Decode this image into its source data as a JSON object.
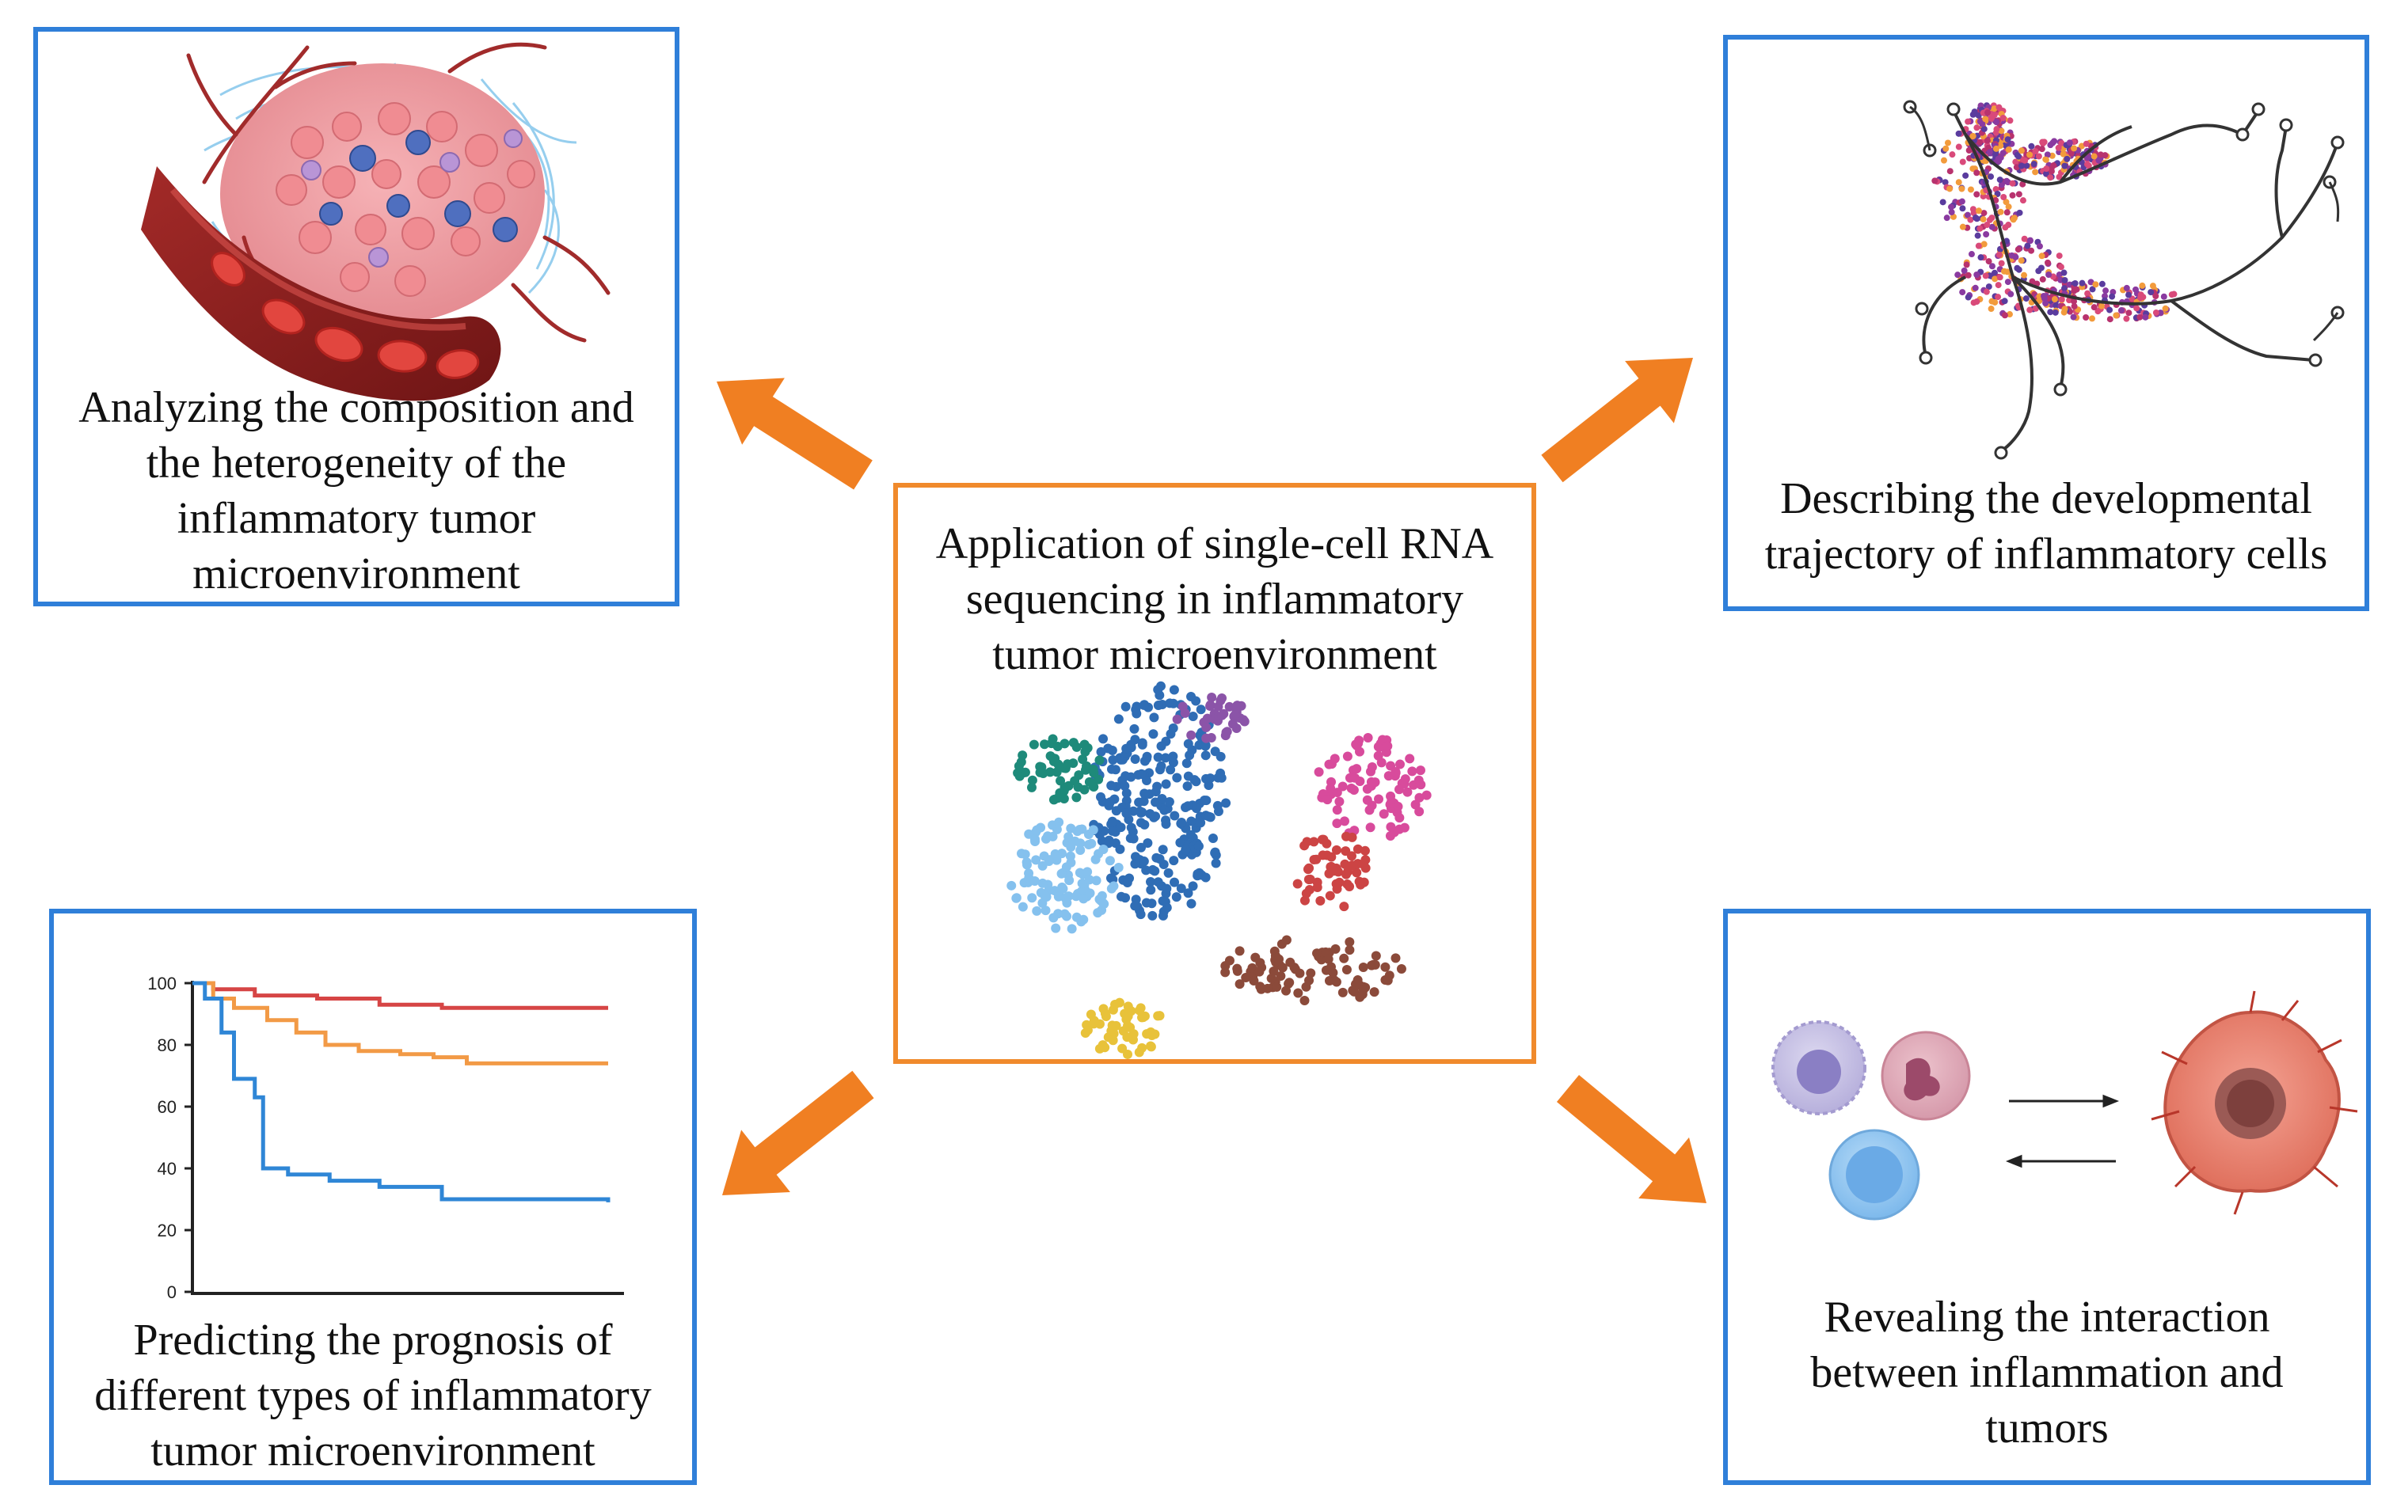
{
  "center": {
    "title_lines": [
      "Application of single-cell RNA",
      "sequencing in inflammatory",
      "tumor microenvironment"
    ],
    "cluster_colors": [
      "#2f6db5",
      "#85c1ee",
      "#1e8a7a",
      "#8b54a8",
      "#d84b9c",
      "#cc4444",
      "#8b4a3a",
      "#e8c23a"
    ]
  },
  "top_left": {
    "caption_lines": [
      "Analyzing the composition and",
      "the heterogeneity of the",
      "inflammatory tumor",
      "microenvironment"
    ]
  },
  "top_right": {
    "caption_lines": [
      "Describing the developmental",
      "trajectory of inflammatory cells"
    ]
  },
  "bottom_left": {
    "caption_lines": [
      "Predicting the prognosis of",
      "different types of inflammatory",
      "tumor microenvironment"
    ]
  },
  "bottom_right": {
    "caption_lines": [
      "Revealing the interaction",
      "between inflammation and",
      "tumors"
    ]
  },
  "chart_data": {
    "type": "line",
    "y_ticks": [
      "100",
      "80",
      "60",
      "40",
      "20",
      "0"
    ],
    "ylim": [
      0,
      100
    ],
    "xlim": [
      0,
      100
    ],
    "series": [
      {
        "color": "#d64545",
        "x": [
          0,
          5,
          15,
          30,
          45,
          60,
          100
        ],
        "y": [
          100,
          98,
          96,
          95,
          93,
          92,
          92
        ]
      },
      {
        "color": "#f29a46",
        "x": [
          0,
          5,
          10,
          18,
          25,
          32,
          40,
          50,
          58,
          66,
          100
        ],
        "y": [
          100,
          95,
          92,
          88,
          84,
          80,
          78,
          77,
          76,
          74,
          74
        ]
      },
      {
        "color": "#2f86d6",
        "x": [
          0,
          3,
          7,
          10,
          15,
          17,
          23,
          33,
          45,
          60,
          100
        ],
        "y": [
          100,
          95,
          84,
          69,
          63,
          40,
          38,
          36,
          34,
          30,
          29
        ]
      }
    ],
    "arrow_color": "#f07f22"
  }
}
